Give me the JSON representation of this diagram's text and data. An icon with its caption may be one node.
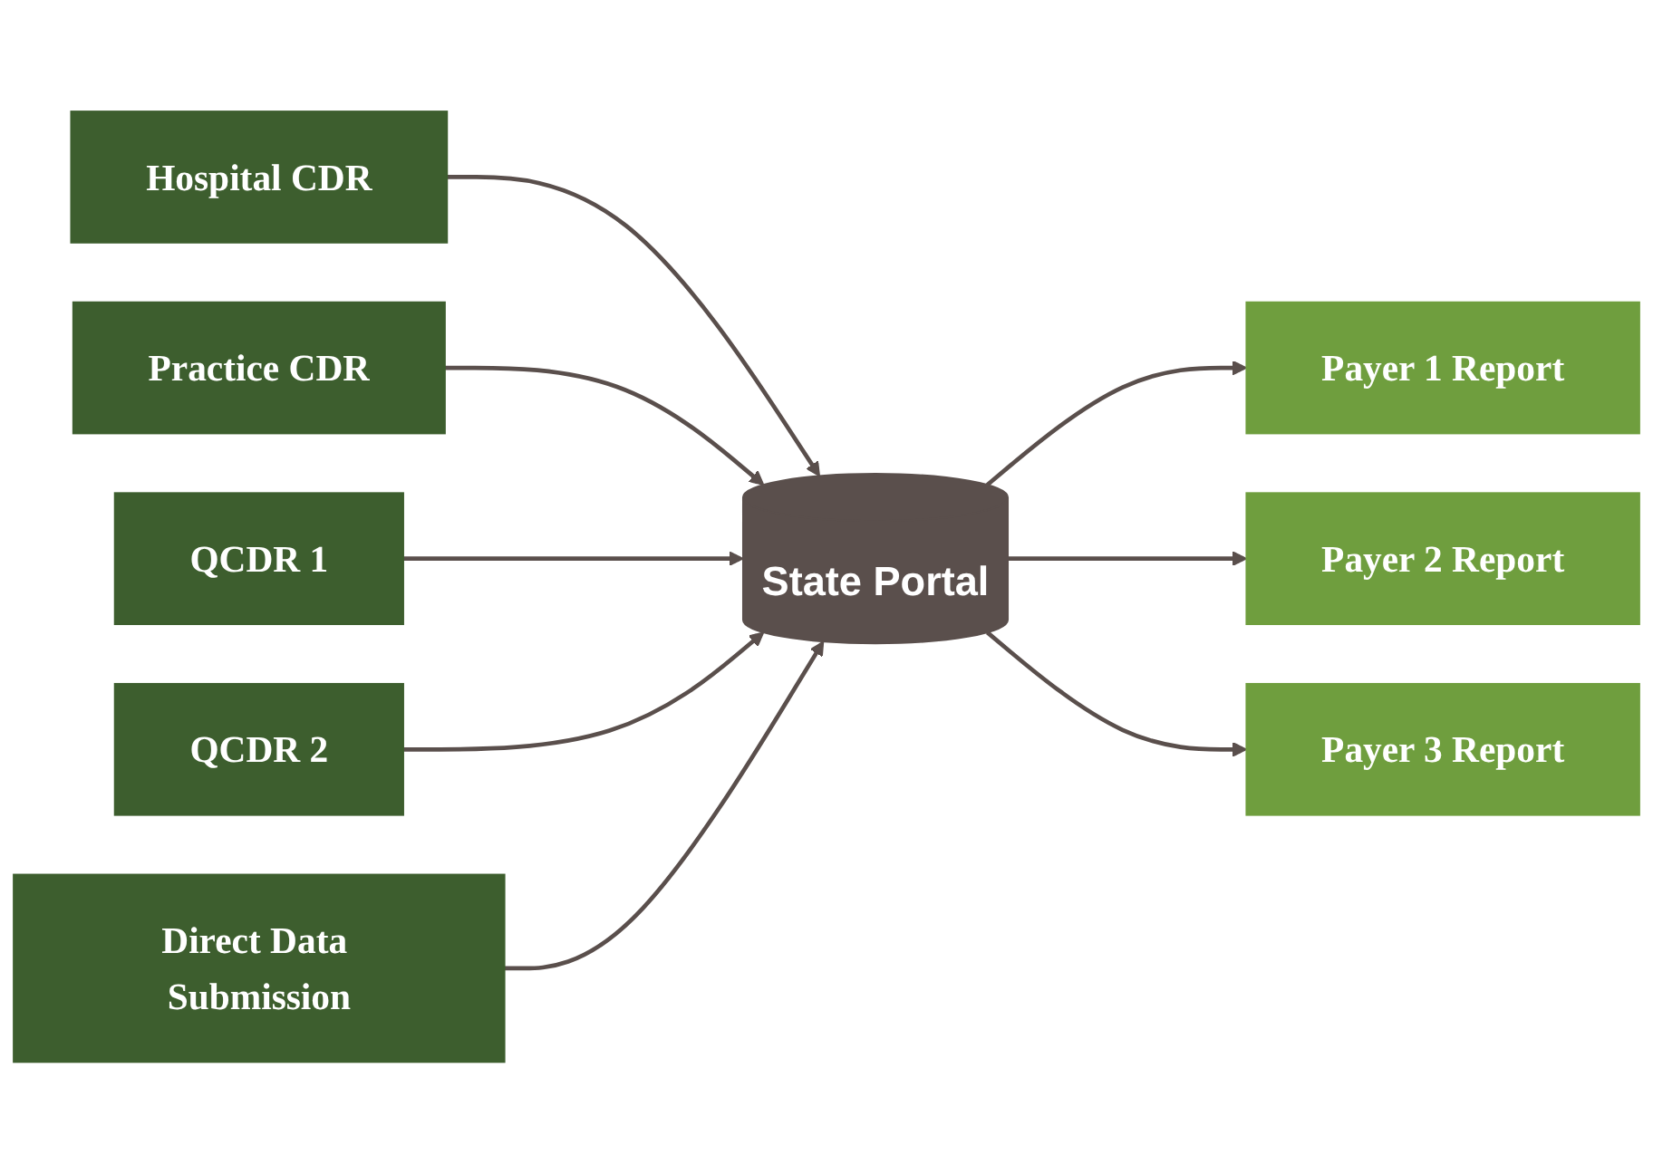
{
  "diagram": {
    "nodes": [
      {
        "text": [
          "Hospital CDR"
        ]
      },
      {
        "text": [
          "Practice CDR"
        ]
      },
      {
        "text": [
          "QCDR 1"
        ]
      },
      {
        "text": [
          "QCDR 2"
        ]
      },
      {
        "text": [
          "Direct Data Submission"
        ]
      },
      {
        "text": [
          "State Portal"
        ]
      },
      {
        "text": [
          "Payer 1 Report"
        ]
      },
      {
        "text": [
          "Payer 2 Report"
        ]
      },
      {
        "text": [
          "Payer 3 Report"
        ]
      }
    ],
    "edges": [
      {
        "from": 0,
        "to": 5,
        "arrow": "to"
      },
      {
        "from": 1,
        "to": 5,
        "arrow": "to"
      },
      {
        "from": 2,
        "to": 5,
        "arrow": "to"
      },
      {
        "from": 3,
        "to": 5,
        "arrow": "to"
      },
      {
        "from": 4,
        "to": 5,
        "arrow": "to"
      },
      {
        "from": 5,
        "to": 6,
        "arrow": "to"
      },
      {
        "from": 5,
        "to": 7,
        "arrow": "to"
      },
      {
        "from": 5,
        "to": 8,
        "arrow": "to"
      }
    ]
  }
}
